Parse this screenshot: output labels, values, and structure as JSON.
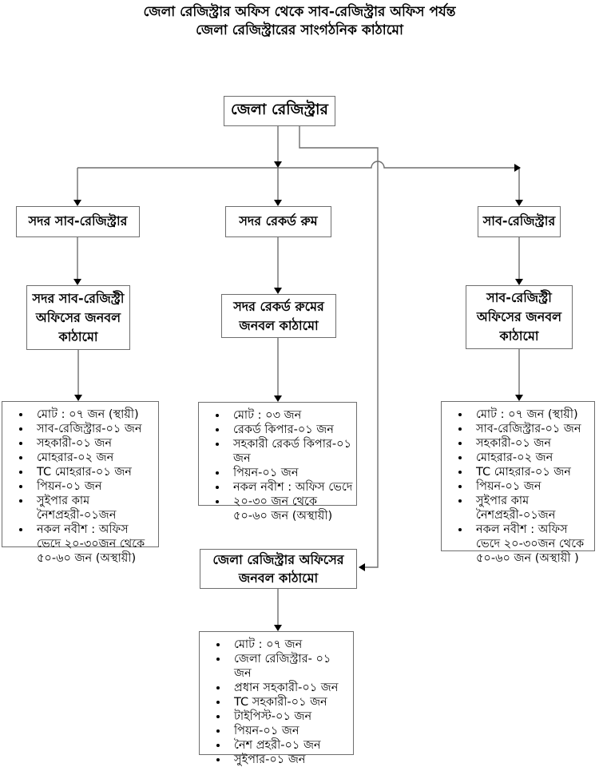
{
  "page": {
    "title_line1": "জেলা রেজিস্ট্রার অফিস থেকে সাব-রেজিস্ট্রার অফিস পর্যন্ত",
    "title_line2": "জেলা রেজিস্ট্রারের সাংগঠনিক কাঠামো"
  },
  "nodes": {
    "root": "জেলা রেজিস্ট্রার",
    "sadar_sub_registrar": "সদর সাব-রেজিস্ট্রার",
    "sadar_record_room": "সদর রেকর্ড রুম",
    "sub_registrar": "সাব-রেজিস্ট্রার",
    "sadar_sub_registry_staffing": "সদর সাব-রেজিস্ট্রী অফিসের জনবল কাঠামো",
    "sadar_record_room_staffing": "সদর রেকর্ড রুমের জনবল কাঠামো",
    "sub_registry_staffing": "সাব-রেজিস্ট্রী অফিসের জনবল কাঠামো",
    "district_registrar_office_staffing": "জেলা রেজিস্ট্রার অফিসের জনবল কাঠামো"
  },
  "staff_lists": {
    "sadar_sub_registry": [
      "মোট : ০৭ জন (স্থায়ী)",
      "সাব-রেজিস্ট্রার-০১ জন",
      "সহকারী-০১ জন",
      "মোহরার-০২ জন",
      "TC মোহরার-০১ জন",
      "পিয়ন-০১ জন",
      "সুইপার কাম নৈশপ্রহরী-০১জন",
      "নকল নবীশ : অফিস ভেদে ২০-৩০জন থেকে ৫০-৬০ জন (অস্থায়ী)"
    ],
    "sadar_record_room": [
      "মোট : ০৩ জন",
      "রেকর্ড কিপার-০১ জন",
      "সহকারী রেকর্ড কিপার-০১ জন",
      "পিয়ন-০১ জন",
      "নকল নবীশ : অফিস ভেদে",
      "২০-৩০ জন থেকে ৫০-৬০ জন (অস্থায়ী)"
    ],
    "sub_registry": [
      "মোট : ০৭ জন (স্থায়ী)",
      "সাব-রেজিস্ট্রার-০১ জন",
      "সহকারী-০১ জন",
      "মোহরার-০২ জন",
      "TC মোহরার-০১ জন",
      "পিয়ন-০১ জন",
      "সুইপার কাম নৈশপ্রহরী-০১জন",
      "নকল নবীশ : অফিস ভেদে ২০-৩০জন থেকে ৫০-৬০ জন (অস্থায়ী )"
    ],
    "district_registrar_office": [
      "মোট : ০৭ জন",
      "জেলা রেজিস্ট্রার- ০১ জন",
      "প্রধান সহকারী-০১ জন",
      "TC সহকারী-০১ জন",
      "টাইপিস্ট-০১ জন",
      "পিয়ন-০১ জন",
      "নৈশ প্রহরী-০১ জন",
      "সুইপার-০১ জন"
    ]
  },
  "colors": {
    "line": "#6e6e6e",
    "arrowhead": "#000000",
    "text": "#000000",
    "background": "#ffffff"
  }
}
